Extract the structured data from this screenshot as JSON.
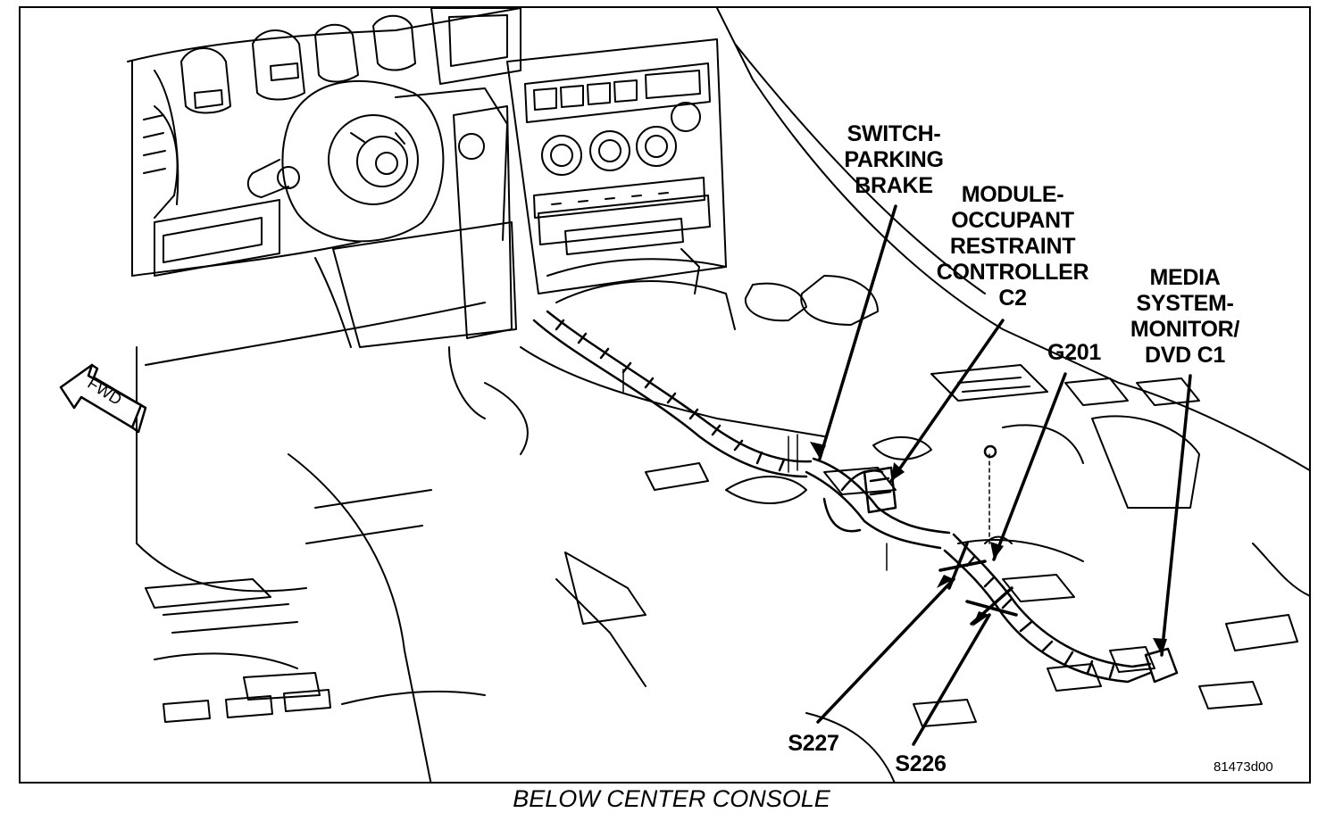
{
  "callouts": {
    "switch_parking_brake": [
      "SWITCH-",
      "PARKING",
      "BRAKE"
    ],
    "module_occupant_restraint": [
      "MODULE-",
      "OCCUPANT",
      "RESTRAINT",
      "CONTROLLER",
      "C2"
    ],
    "media_system_monitor": [
      "MEDIA",
      "SYSTEM-",
      "MONITOR/",
      "DVD C1"
    ],
    "g201": "G201",
    "s227": "S227",
    "s226": "S226"
  },
  "direction_arrow": "FWD",
  "figure_number": "81473d00",
  "caption": "BELOW CENTER CONSOLE",
  "colors": {
    "line": "#000000",
    "background": "#ffffff"
  }
}
